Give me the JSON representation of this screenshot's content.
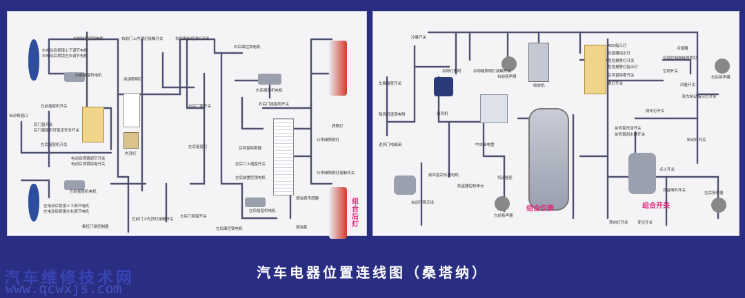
{
  "title": "汽车电器位置连线图（桑塔纳）",
  "watermark": {
    "text": "汽车维修技术网",
    "url": "www.qcwxjs.com"
  },
  "colors": {
    "background": "#2a2e82",
    "panel": "#f4f4f6",
    "wire": "#4d5070",
    "accent": "#e0277a"
  },
  "left_panel": {
    "labels": [
      "右侧装置控锁电机",
      "右前门上内顶灯接触开关",
      "右后面板控顶灯开关",
      "右后面控锁电机",
      "右电动后视镜上下调节电机",
      "右电动后视镜左右调节电机",
      "右前摇窗机电机",
      "阅读照明灯",
      "右后门窗开关",
      "右后摇窗机电机",
      "右后门摇窗机开关",
      "后门窗开关",
      "左前摇窗机开关",
      "左后摇窗机开关",
      "后门摇窗机可锁定安全开关",
      "自诊断插口",
      "电动后视镜调节开关",
      "电动后视镜除霜开关",
      "内顶灯",
      "左后摇窗灯",
      "后风窗除雾器",
      "左后门上摇窗开关",
      "左前摇窗机电机",
      "左电动后视镜上下调节电机",
      "左电动后视镜左右调节电机",
      "集控门锁控制器",
      "左前门上内顶灯接触开关",
      "左后门摇窗开关",
      "左后面控锁电机",
      "左后摇窗机电机",
      "左后装置控锁电机",
      "行李厢照明灯",
      "行李厢照明灯接触开关",
      "牌照灯",
      "燃油表传感器",
      "燃油泵"
    ],
    "big_label": "组合后灯"
  },
  "right_panel": {
    "labels": [
      "冷量开关",
      "车厢温度开关",
      "鼓风机速调电阻",
      "进风门电磁阀",
      "鼓风机",
      "杂物灯照明",
      "杂物箱照明灯接触开关",
      "右前扬声器",
      "收放机",
      "中央继电盘",
      "前风窗刮水器电机",
      "自动开降天线",
      "防盗器控制单元",
      "切迷插座",
      "左前扬声器",
      "ABS指示灯",
      "防盗器指示灯",
      "危险报警灯开关",
      "危险报警灯指示灯",
      "后风窗除雾开关",
      "雾灯开关",
      "点烟器",
      "空调控制面板照明灯",
      "空调开关",
      "风量开关",
      "右后扬声器",
      "侧车灯开关",
      "驻车制动指示灯开关",
      "制动灯开关",
      "前风窗洗涤开关",
      "前风窗刮水器开关",
      "点火开关",
      "双音喇叭开关",
      "转向灯开关",
      "变光开关",
      "左后扬声器"
    ],
    "big_label_cluster": "组合仪表",
    "big_label_switch": "组合开关"
  }
}
